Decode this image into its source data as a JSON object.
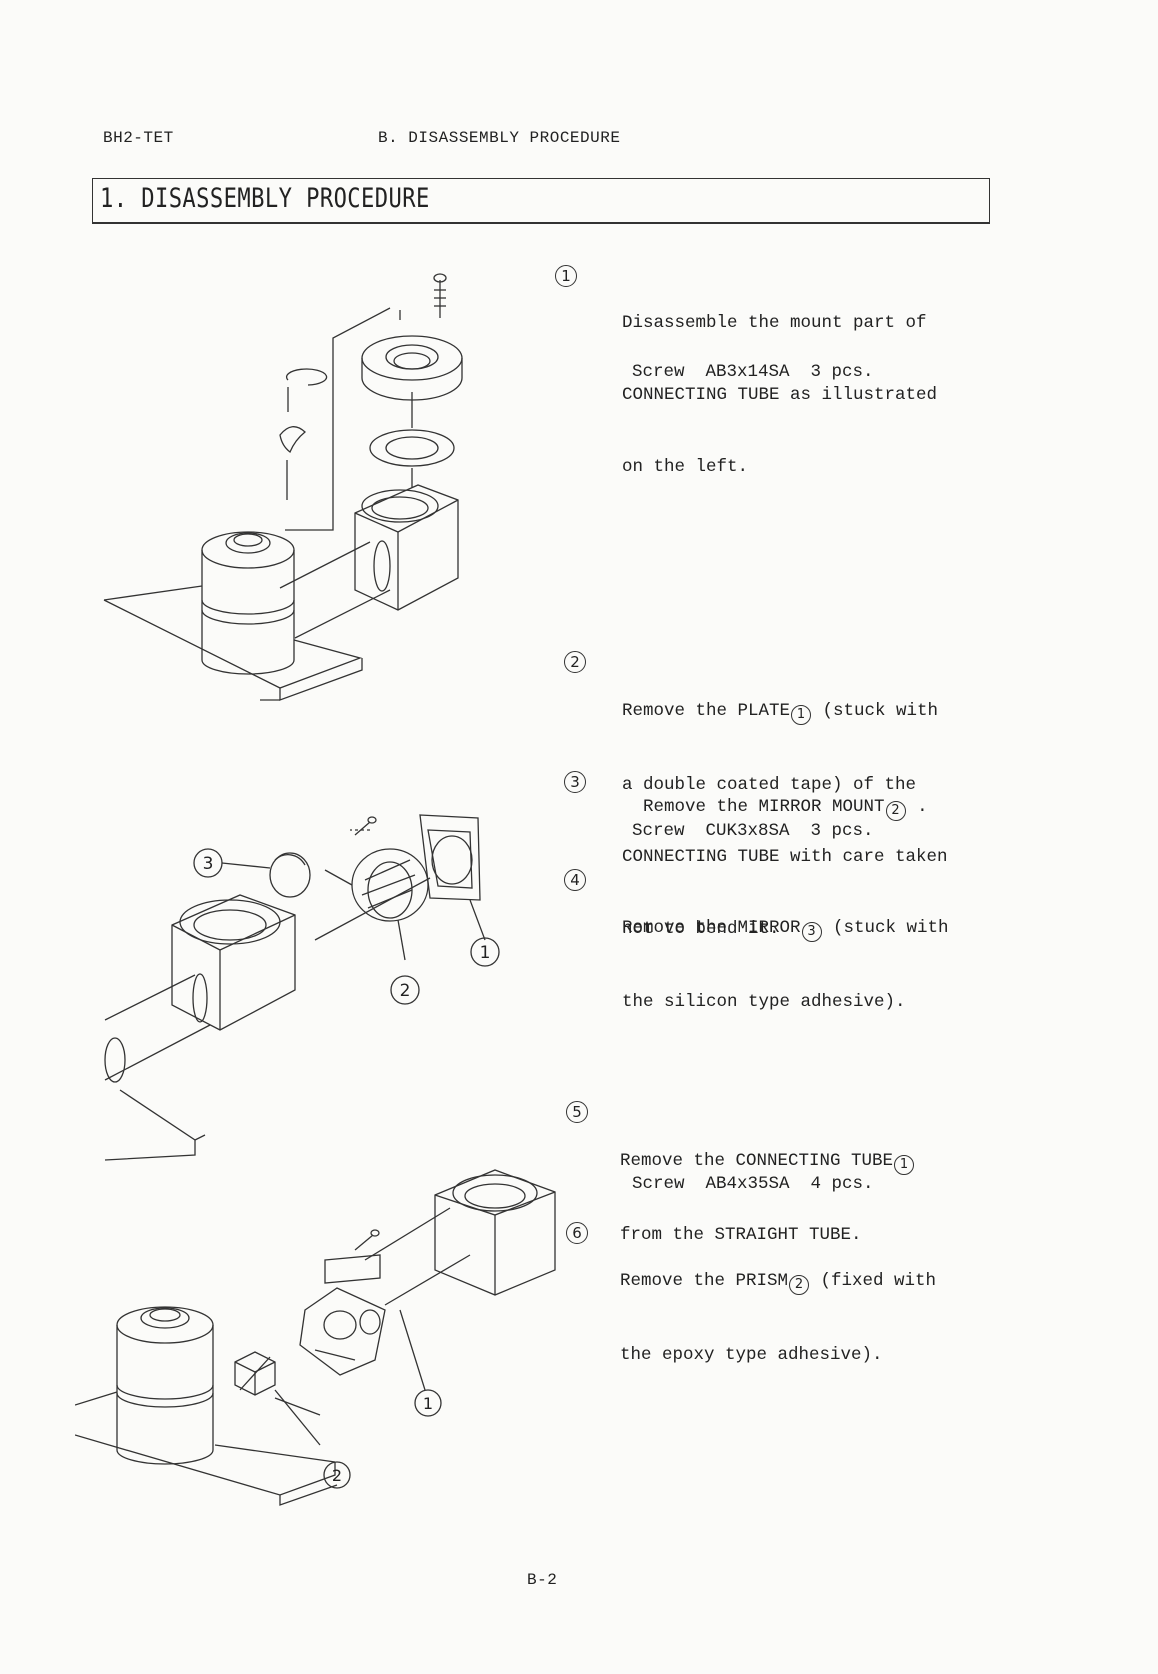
{
  "header": {
    "model": "BH2-TET",
    "section": "B.  DISASSEMBLY PROCEDURE"
  },
  "title": "1.  DISASSEMBLY PROCEDURE",
  "steps": [
    {
      "num": "1",
      "lines": [
        "Disassemble the mount part of",
        "CONNECTING TUBE as illustrated",
        "on the left."
      ],
      "spec": "Screw  AB3x14SA  3 pcs."
    },
    {
      "num": "2",
      "pre": "Remove the PLATE",
      "ref": "1",
      "post": " (stuck with",
      "lines": [
        "a double coated tape) of the",
        "CONNECTING TUBE with care taken",
        "not to bend it."
      ]
    },
    {
      "num": "3",
      "pre": "Remove the MIRROR MOUNT",
      "ref": "2",
      "post": " .",
      "spec": "Screw  CUK3x8SA  3 pcs."
    },
    {
      "num": "4",
      "pre": "Remove the MIRROR",
      "ref": "3",
      "post": " (stuck with",
      "lines": [
        "the silicon type adhesive)."
      ]
    },
    {
      "num": "5",
      "pre": "Remove the CONNECTING TUBE",
      "ref": "1",
      "post": "",
      "lines": [
        "from the STRAIGHT TUBE."
      ],
      "spec": "Screw  AB4x35SA  4 pcs."
    },
    {
      "num": "6",
      "pre": "Remove the PRISM",
      "ref": "2",
      "post": " (fixed with",
      "lines": [
        "the epoxy type adhesive)."
      ]
    }
  ],
  "figure2_callouts": [
    "3",
    "1",
    "2"
  ],
  "figure3_callouts": [
    "1",
    "2"
  ],
  "page_number": "B-2"
}
